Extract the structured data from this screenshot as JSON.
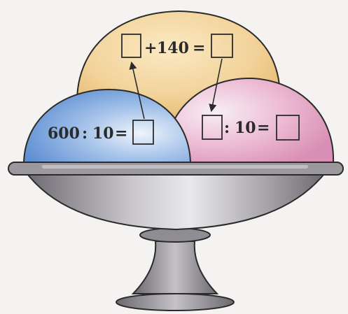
{
  "equations": {
    "top": {
      "op": "+",
      "number": "140",
      "equals": "="
    },
    "left": {
      "number": "600",
      "op": ":",
      "divisor": "10",
      "equals": "="
    },
    "right": {
      "op": ":",
      "divisor": "10",
      "equals": "="
    }
  },
  "colors": {
    "background": "#f4f3f1",
    "scoop_top": "#f0cf8c",
    "scoop_left": "#7fa8de",
    "scoop_right": "#e7a6c6",
    "bowl": "#8d8a8f",
    "outline": "#2b2b2b"
  },
  "icons": {
    "answer_box": "empty-square",
    "arrow": "arrow-up"
  }
}
